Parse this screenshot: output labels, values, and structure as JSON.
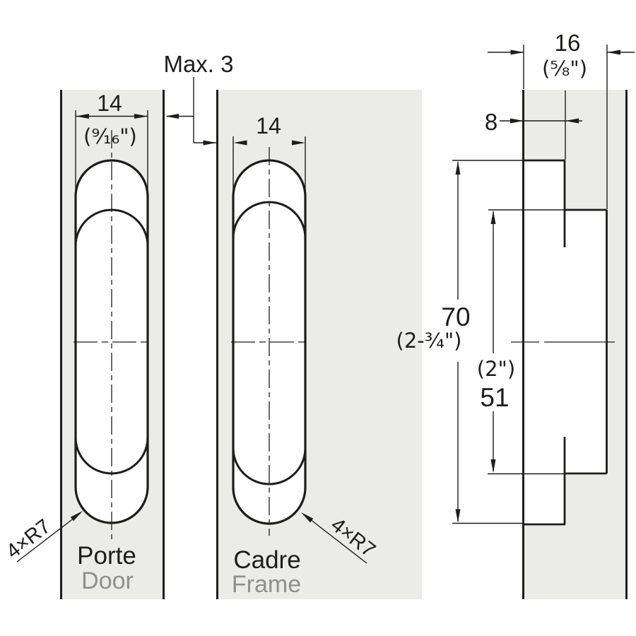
{
  "colors": {
    "background": "#ffffff",
    "panel_fill": "#ebebe9",
    "line_color": "#1d1d1b",
    "muted_text": "#8f8f8f"
  },
  "gap": {
    "label": "Max. 3"
  },
  "door_view": {
    "slot_width_mm": "14",
    "slot_width_in": "(⁹⁄₁₆\")",
    "corner_radius_label": "4×R7",
    "label_fr": "Porte",
    "label_en": "Door"
  },
  "frame_view": {
    "slot_width_mm": "14",
    "corner_radius_label": "4×R7",
    "label_fr": "Cadre",
    "label_en": "Frame"
  },
  "side_view": {
    "depth_mm": "16",
    "depth_in": "(⁵⁄₈\")",
    "flange_depth_mm": "8",
    "overall_height_mm": "70",
    "overall_height_in": "(2-¾\")",
    "inner_height_in": "(2\")",
    "inner_height_mm": "51"
  }
}
